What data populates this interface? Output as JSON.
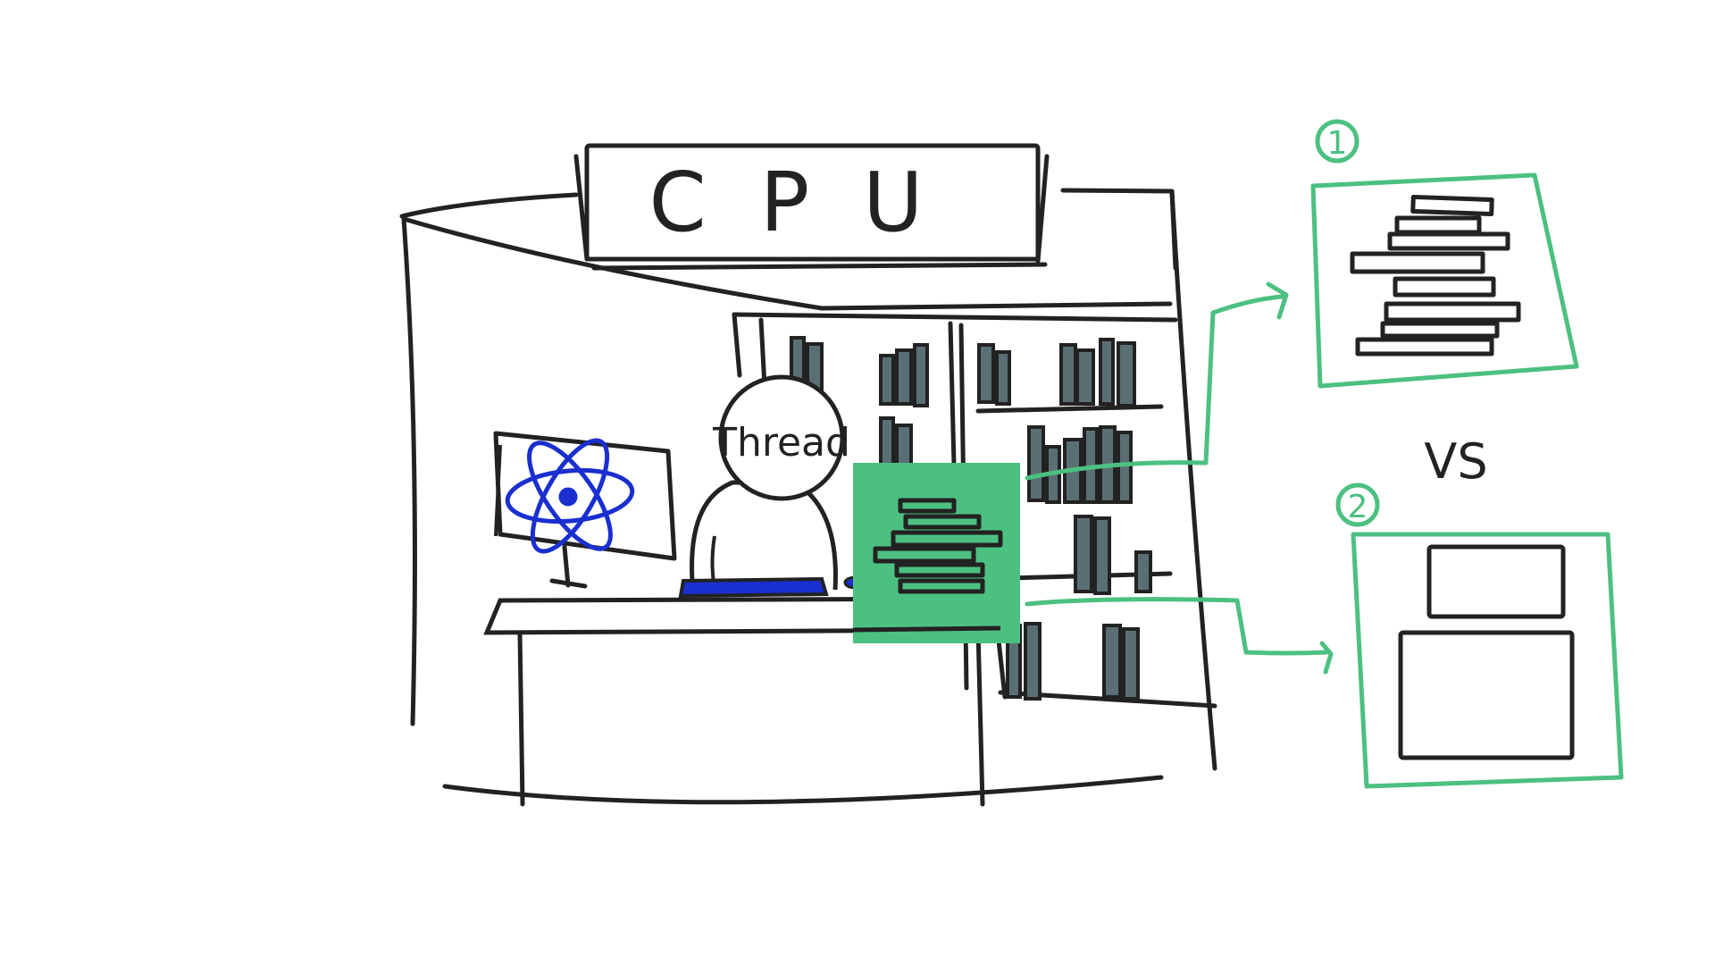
{
  "scene": {
    "sign_text": "CPU",
    "worker_label": "Thread",
    "comparison_label": "VS"
  },
  "options": [
    {
      "number": "1",
      "layout": "messy stack of books"
    },
    {
      "number": "2",
      "layout": "two neat boxes"
    }
  ],
  "colors": {
    "ink": "#222222",
    "accent": "#4cc081",
    "highlight_fill": "#4cc081",
    "spine": "#5a6f74",
    "logo": "#1a2fd0",
    "keyboard": "#1a2fd0"
  },
  "icons": {
    "monitor_logo": "react-atom-icon"
  }
}
